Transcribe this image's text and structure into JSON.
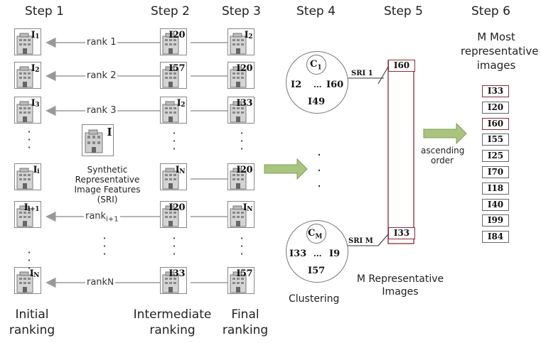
{
  "steps": [
    "Step 1",
    "Step 2",
    "Step 3",
    "Step 4",
    "Step 5",
    "Step 6"
  ],
  "step6_title": "M Most representative images",
  "col1": [
    "I1",
    "I2",
    "I3",
    "Ii",
    "Ii+1",
    "IN"
  ],
  "col2": [
    "I20",
    "I57",
    "I2",
    "IN",
    "I20",
    "I33"
  ],
  "col3": [
    "I2",
    "I20",
    "I33",
    "I20",
    "IN",
    "I57"
  ],
  "ranks": [
    "rank 1",
    "rank 2",
    "rank 3",
    "rank i+1",
    "rank N"
  ],
  "sri_label": "Synthetic Representative Image Features (SRI)",
  "sri_image_label": "I",
  "cluster1": {
    "center": "C1",
    "left": "I2",
    "dots": "...",
    "right": "I60",
    "bottom": "I49"
  },
  "clusterM": {
    "center": "CM",
    "left": "I33",
    "dots": "...",
    "right": "I9",
    "bottom": "I57"
  },
  "sri1": "SRI 1",
  "sriM": "SRI M",
  "rep_top": "I60",
  "rep_bottom": "I33",
  "ascending": "ascending order",
  "final_list": [
    "I33",
    "I20",
    "I60",
    "I55",
    "I25",
    "I70",
    "I18",
    "I40",
    "I99",
    "I84"
  ],
  "captions": {
    "initial": "Initial ranking",
    "intermediate": "Intermediate ranking",
    "final": "Final ranking",
    "clustering": "Clustering",
    "m_rep": "M Representative Images"
  },
  "icons": {
    "thumbnail": "building-icon",
    "arrow": "block-arrow-icon"
  },
  "colors": {
    "arrow_fill": "#a9c47f",
    "highlight_border": "#8b2a3a"
  }
}
